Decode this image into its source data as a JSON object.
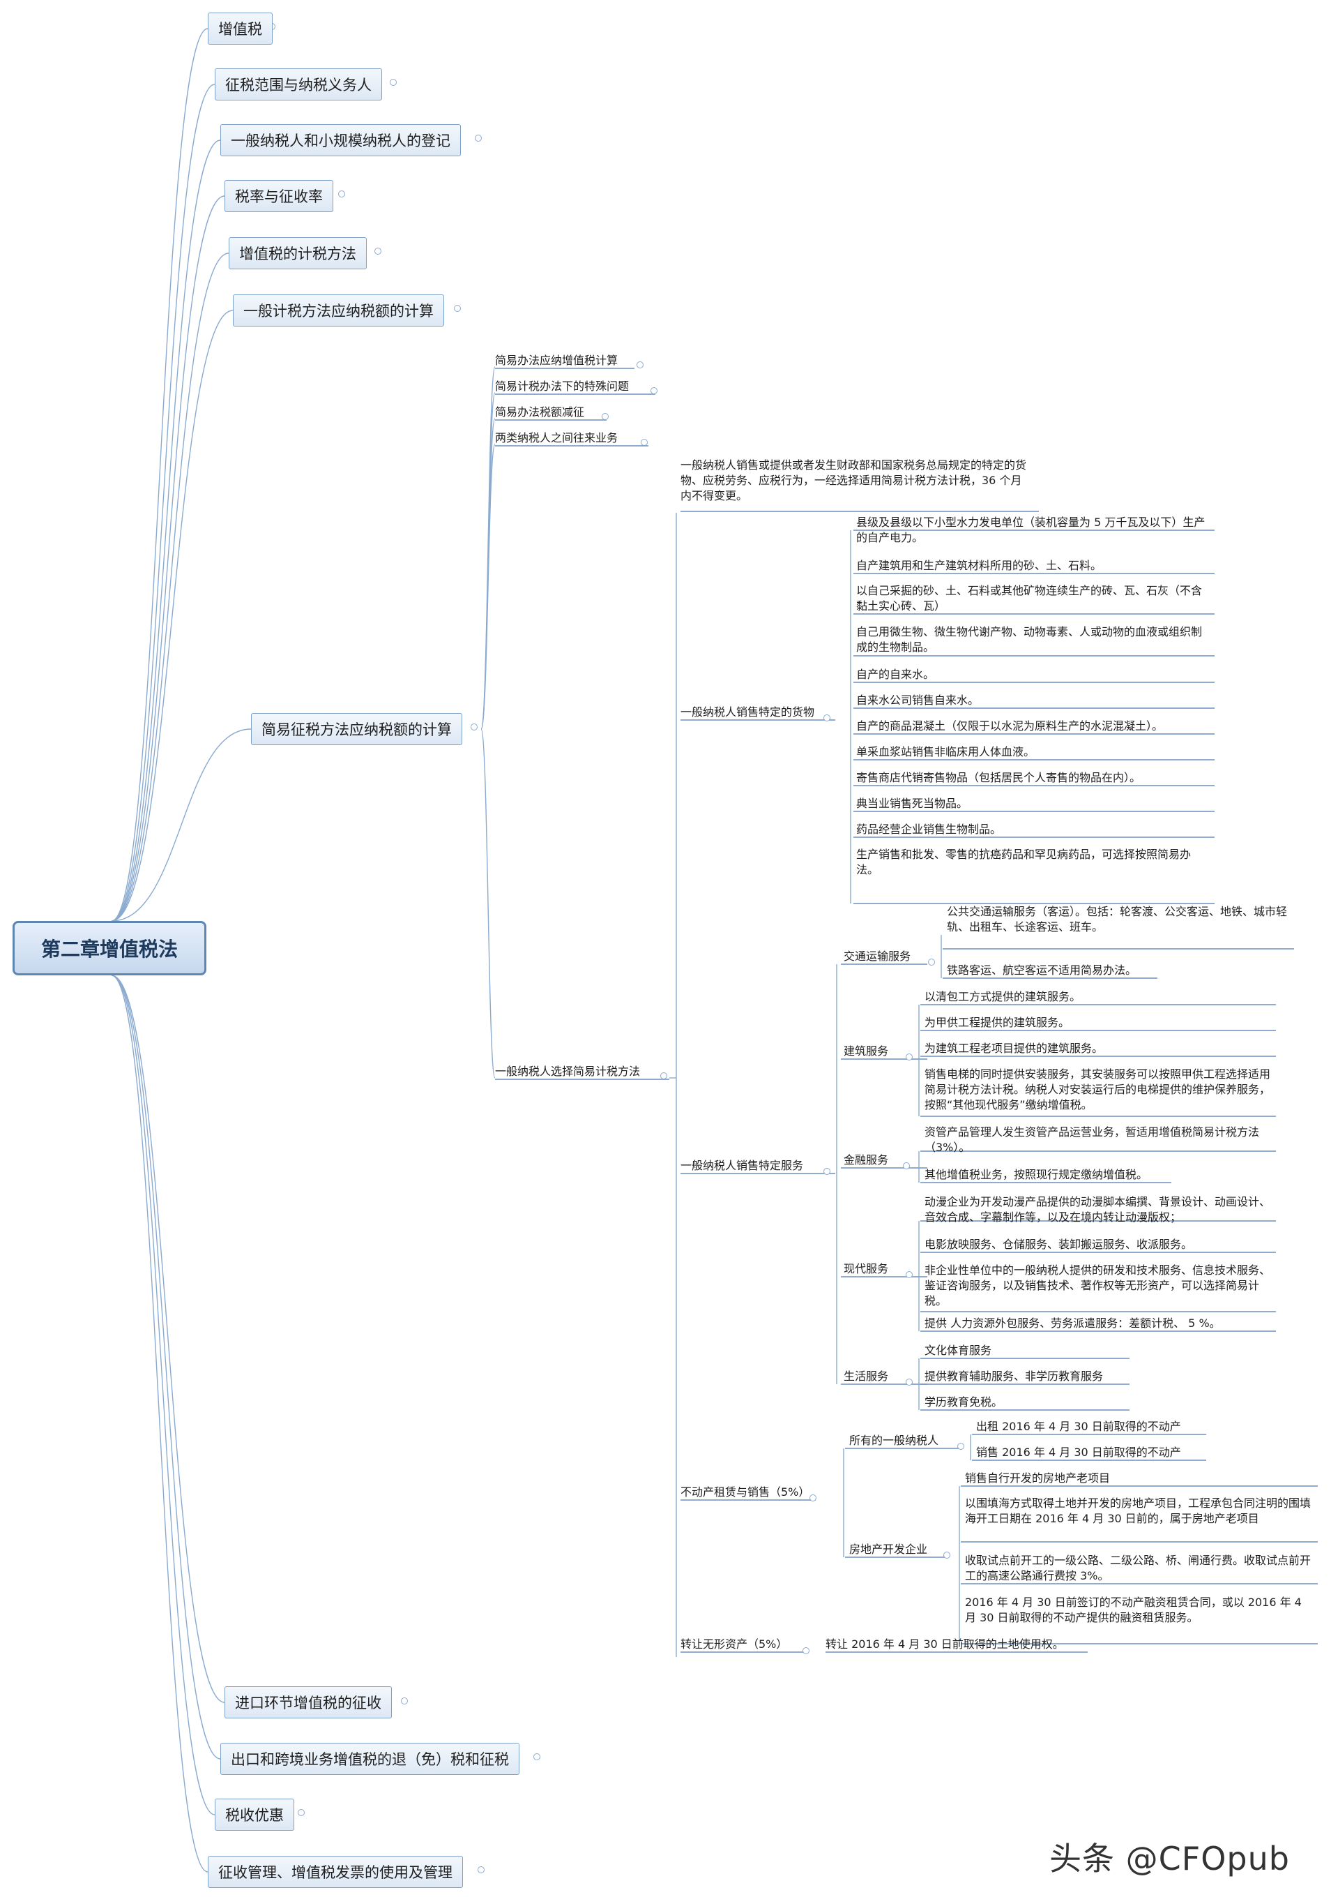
{
  "root": "第二章增值税法",
  "level1_top": [
    "增值税",
    "征税范围与纳税义务人",
    "一般纳税人和小规模纳税人的登记",
    "税率与征收率",
    "增值税的计税方法",
    "一般计税方法应纳税额的计算"
  ],
  "level1_mid": "简易征税方法应纳税额的计算",
  "level1_bottom": [
    "进口环节增值税的征收",
    "出口和跨境业务增值税的退（免）税和征税",
    "税收优惠",
    "征收管理、增值税发票的使用及管理"
  ],
  "level2": [
    "简易办法应纳增值税计算",
    "简易计税办法下的特殊问题",
    "简易办法税额减征",
    "两类纳税人之间往来业务",
    "一般纳税人选择简易计税方法"
  ],
  "intro": "一般纳税人销售或提供或者发生财政部和国家税务总局规定的特定的货物、应税劳务、应税行为，一经选择适用简易计税方法计税，36 个月内不得变更。",
  "goods": {
    "label": "一般纳税人销售特定的货物",
    "items": [
      "县级及县级以下小型水力发电单位（装机容量为 5 万千瓦及以下）生产的自产电力。",
      "自产建筑用和生产建筑材料所用的砂、土、石料。",
      "以自己采掘的砂、土、石料或其他矿物连续生产的砖、瓦、石灰（不含黏土实心砖、瓦）",
      "自己用微生物、微生物代谢产物、动物毒素、人或动物的血液或组织制成的生物制品。",
      "自产的自来水。",
      "自来水公司销售自来水。",
      "自产的商品混凝土（仅限于以水泥为原料生产的水泥混凝土）。",
      "单采血浆站销售非临床用人体血液。",
      "寄售商店代销寄售物品（包括居民个人寄售的物品在内）。",
      "典当业销售死当物品。",
      "药品经营企业销售生物制品。",
      "生产销售和批发、零售的抗癌药品和罕见病药品，可选择按照简易办法。"
    ]
  },
  "services": {
    "label": "一般纳税人销售特定服务",
    "groups": [
      {
        "label": "交通运输服务",
        "items": [
          "公共交通运输服务（客运）。包括：轮客渡、公交客运、地铁、城市轻轨、出租车、长途客运、班车。",
          "铁路客运、航空客运不适用简易办法。"
        ]
      },
      {
        "label": "建筑服务",
        "items": [
          "以清包工方式提供的建筑服务。",
          "为甲供工程提供的建筑服务。",
          "为建筑工程老项目提供的建筑服务。",
          "销售电梯的同时提供安装服务，其安装服务可以按照甲供工程选择适用简易计税方法计税。纳税人对安装运行后的电梯提供的维护保养服务，按照“其他现代服务”缴纳增值税。"
        ]
      },
      {
        "label": "金融服务",
        "items": [
          "资管产品管理人发生资管产品运营业务，暂适用增值税简易计税方法（3%）。",
          "其他增值税业务，按照现行规定缴纳增值税。"
        ]
      },
      {
        "label": "现代服务",
        "items": [
          "动漫企业为开发动漫产品提供的动漫脚本编撰、背景设计、动画设计、音效合成、字幕制作等，以及在境内转让动漫版权；",
          "电影放映服务、仓储服务、装卸搬运服务、收派服务。",
          "非企业性单位中的一般纳税人提供的研发和技术服务、信息技术服务、鉴证咨询服务，以及销售技术、著作权等无形资产，可以选择简易计税。",
          "提供 人力资源外包服务、劳务派遣服务：差额计税、 5 %。"
        ]
      },
      {
        "label": "生活服务",
        "items": [
          "文化体育服务",
          "提供教育辅助服务、非学历教育服务",
          "学历教育免税。"
        ]
      }
    ]
  },
  "realestate": {
    "label": "不动产租赁与销售（5%）",
    "groups": [
      {
        "label": "所有的一般纳税人",
        "items": [
          "出租 2016 年 4 月 30 日前取得的不动产",
          "销售 2016 年 4 月 30 日前取得的不动产"
        ]
      },
      {
        "label": "房地产开发企业",
        "items": [
          "销售自行开发的房地产老项目",
          "以围填海方式取得土地并开发的房地产项目，工程承包合同注明的围填海开工日期在 2016 年 4 月 30 日前的，属于房地产老项目",
          "收取试点前开工的一级公路、二级公路、桥、闸通行费。收取试点前开工的高速公路通行费按 3%。",
          "2016 年 4 月 30 日前签订的不动产融资租赁合同，或以 2016 年 4 月 30 日前取得的不动产提供的融资租赁服务。"
        ]
      }
    ]
  },
  "intangible": {
    "label": "转让无形资产（5%）",
    "item": "转让 2016 年 4 月 30 日前取得的土地使用权。"
  },
  "watermark": "头条 @CFOpub",
  "colors": {
    "root_border": "#5d86b3",
    "box_border": "#7ea1c8",
    "line": "#8aaad0",
    "underline": "#6b8fc0"
  }
}
